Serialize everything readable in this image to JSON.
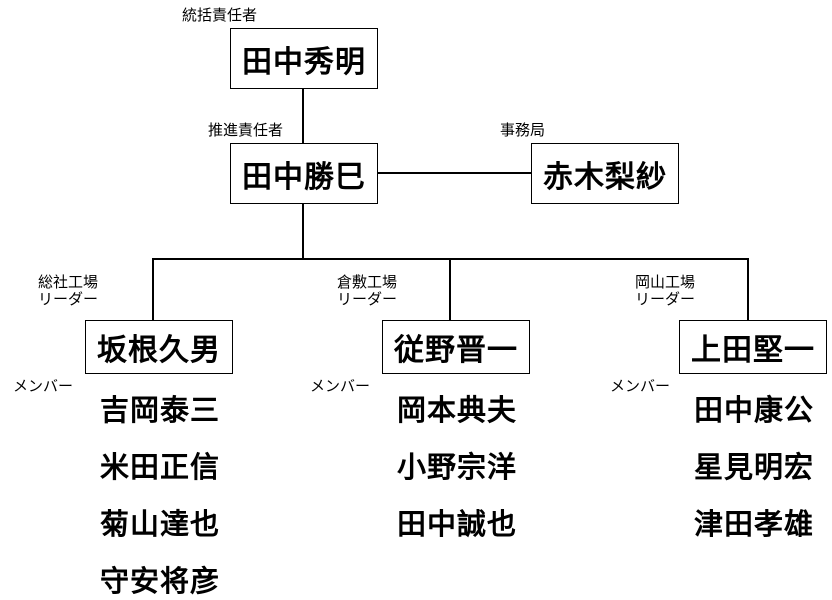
{
  "top": {
    "role": "統括責任者",
    "name": "田中秀明"
  },
  "promotion": {
    "role": "推進責任者",
    "name": "田中勝巳"
  },
  "office": {
    "role": "事務局",
    "name": "赤木梨紗"
  },
  "members_label": "メンバー",
  "branches": [
    {
      "factory": "総社工場",
      "leader_role": "リーダー",
      "leader": "坂根久男",
      "members": [
        "吉岡泰三",
        "米田正信",
        "菊山達也",
        "守安将彦"
      ]
    },
    {
      "factory": "倉敷工場",
      "leader_role": "リーダー",
      "leader": "従野晋一",
      "members": [
        "岡本典夫",
        "小野宗洋",
        "田中誠也"
      ]
    },
    {
      "factory": "岡山工場",
      "leader_role": "リーダー",
      "leader": "上田堅一",
      "members": [
        "田中康公",
        "星見明宏",
        "津田孝雄"
      ]
    }
  ]
}
